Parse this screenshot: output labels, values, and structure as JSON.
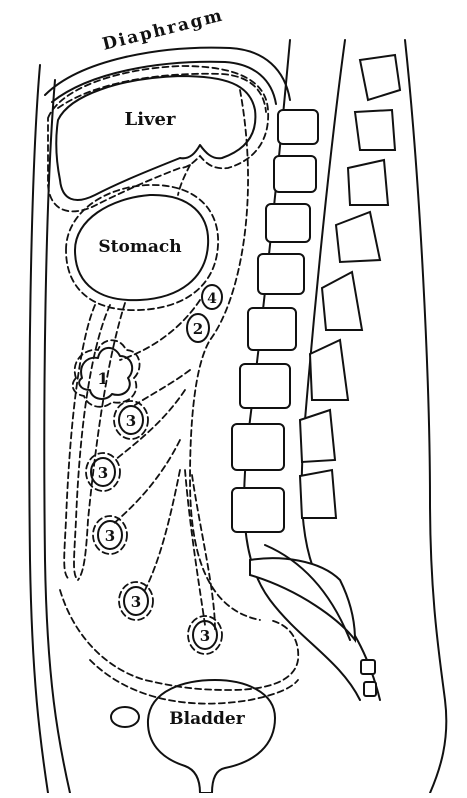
{
  "labels": {
    "diaphragm": "Diaphragm",
    "liver": "Liver",
    "stomach": "Stomach",
    "bladder": "Bladder"
  },
  "markers": {
    "m1": "1",
    "m2": "2",
    "m3": "3",
    "m4": "4"
  }
}
